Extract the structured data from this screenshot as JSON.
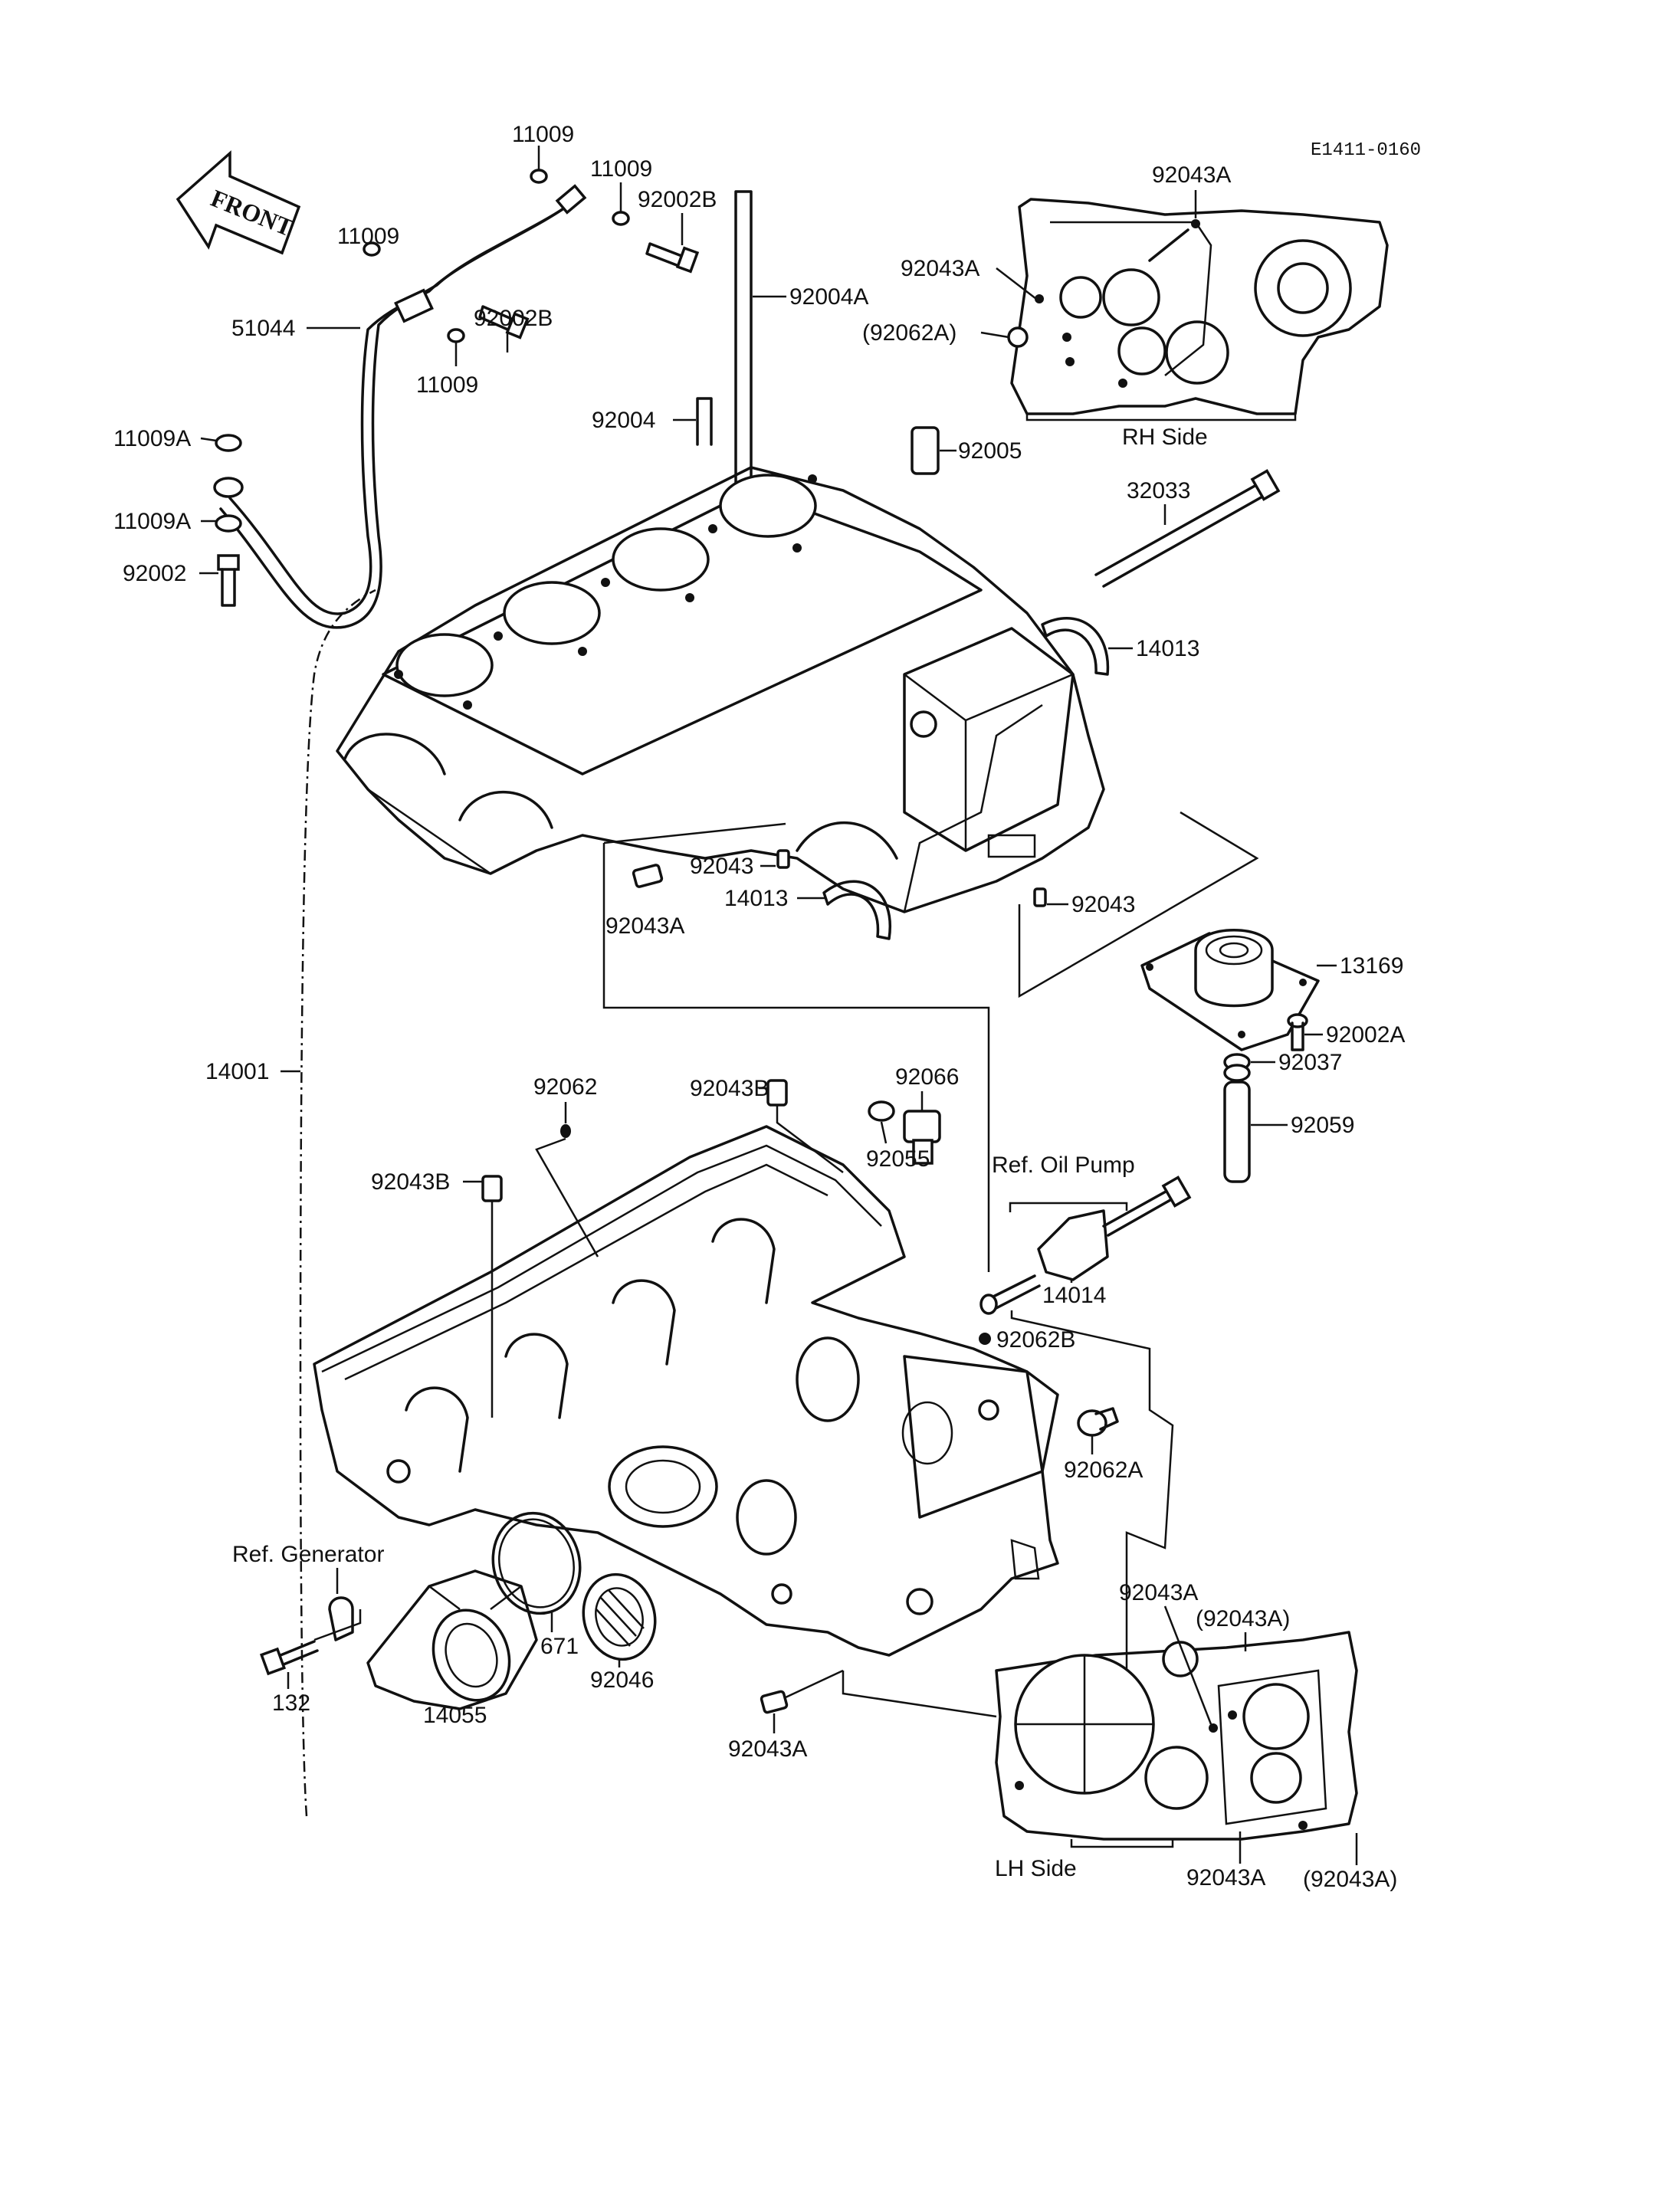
{
  "diagram": {
    "drawing_code": "E1411-0160",
    "direction_arrow": "FRONT",
    "views": {
      "rh_side": "RH Side",
      "lh_side": "LH Side"
    },
    "references": {
      "oil_pump": "Ref. Oil Pump",
      "generator": "Ref. Generator"
    },
    "labels": {
      "p11009_a": "11009",
      "p11009_b": "11009",
      "p11009_c": "11009",
      "p11009_d": "11009",
      "p92002B_a": "92002B",
      "p92002B_b": "92002B",
      "p51044": "51044",
      "p11009A_a": "11009A",
      "p11009A_b": "11009A",
      "p92002": "92002",
      "p92004A": "92004A",
      "p92004": "92004",
      "p92005": "92005",
      "p32033": "32033",
      "p14013_a": "14013",
      "p14013_b": "14013",
      "p92043_a": "92043",
      "p92043_b": "92043",
      "p92043A_a": "92043A",
      "p13169": "13169",
      "p92002A": "92002A",
      "p92037": "92037",
      "p92059": "92059",
      "p14001": "14001",
      "p92043B_a": "92043B",
      "p92043B_b": "92043B",
      "p92066": "92066",
      "p92062": "92062",
      "p92055": "92055",
      "p14014": "14014",
      "p92062B": "92062B",
      "p92062A": "92062A",
      "p132": "132",
      "p14055": "14055",
      "p671": "671",
      "p92046": "92046",
      "p92043A_b": "92043A",
      "rh_92043A_a": "92043A",
      "rh_92043A_b": "92043A",
      "rh_92062A": "(92062A)",
      "lh_92043A_a": "92043A",
      "lh_92043A_paren_a": "(92043A)",
      "lh_92043A_b": "92043A",
      "lh_92043A_paren_b": "(92043A)"
    }
  }
}
